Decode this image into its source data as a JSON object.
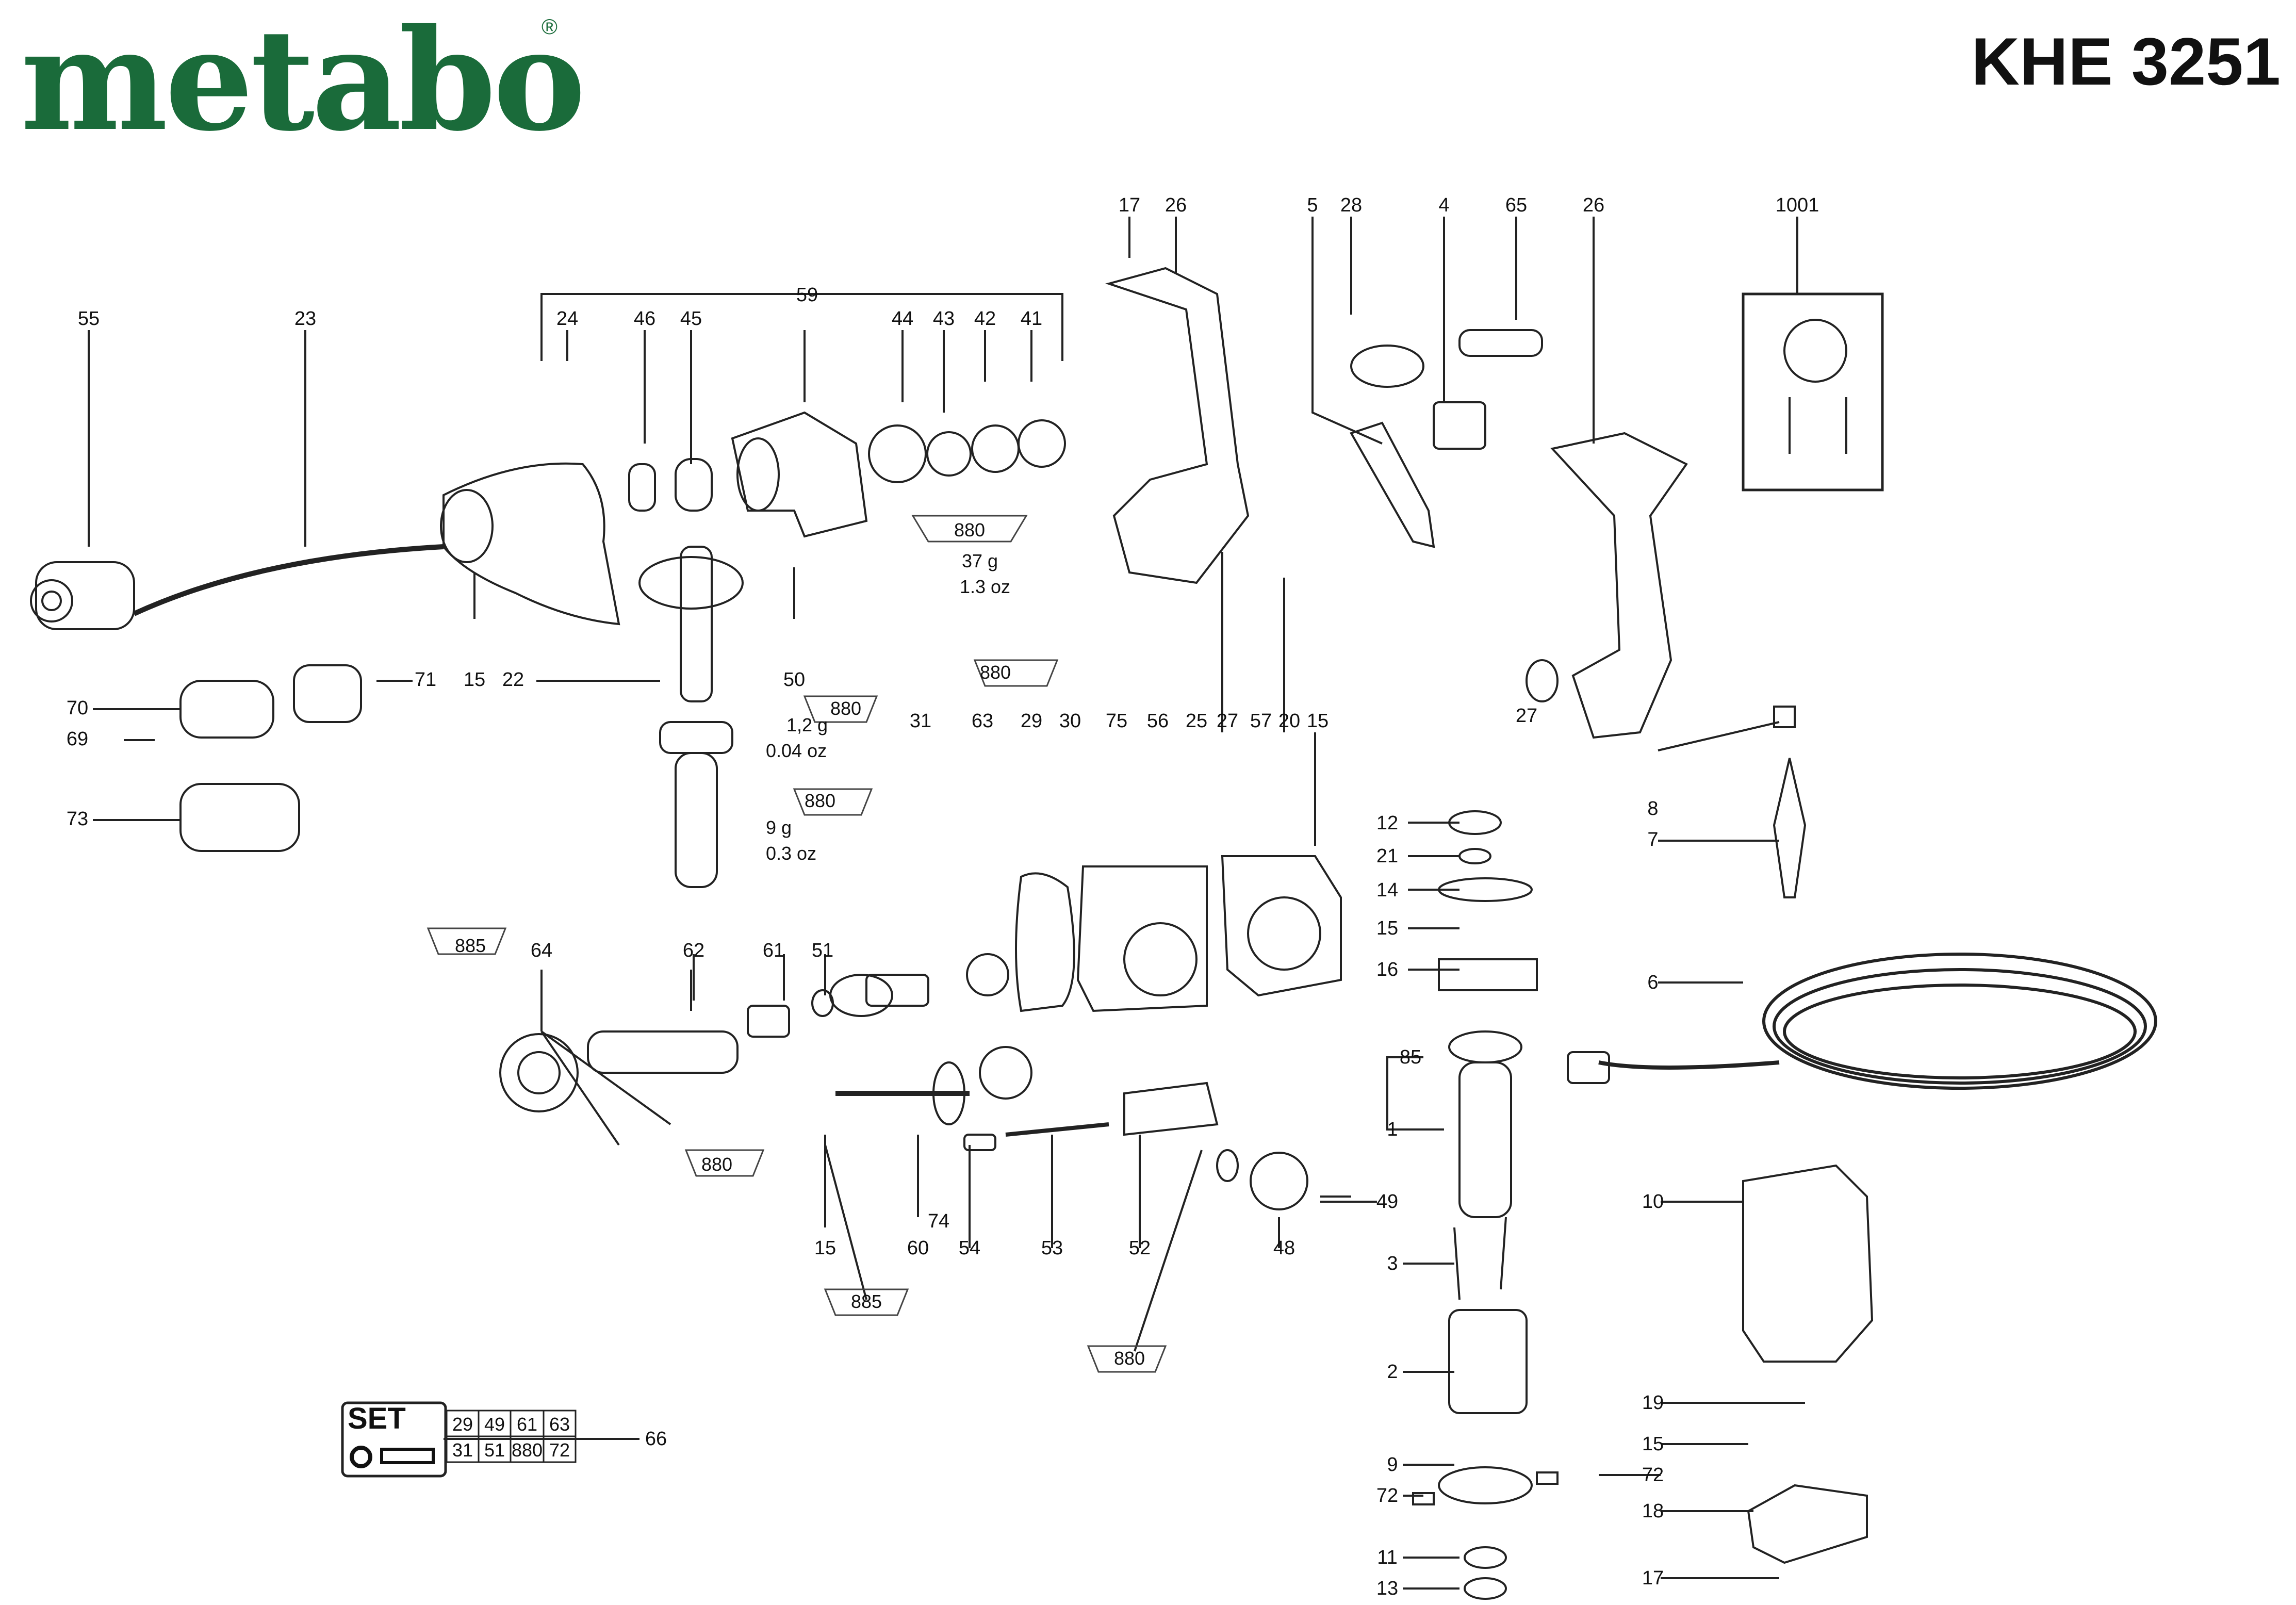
{
  "header": {
    "brand": "metabo",
    "registered": "®",
    "model": "KHE 3251"
  },
  "labels": [
    {
      "id": "l55",
      "text": "55"
    },
    {
      "id": "l23",
      "text": "23"
    },
    {
      "id": "l24",
      "text": "24"
    },
    {
      "id": "l46",
      "text": "46"
    },
    {
      "id": "l45",
      "text": "45"
    },
    {
      "id": "l59",
      "text": "59"
    },
    {
      "id": "l44",
      "text": "44"
    },
    {
      "id": "l43",
      "text": "43"
    },
    {
      "id": "l42",
      "text": "42"
    },
    {
      "id": "l41",
      "text": "41"
    },
    {
      "id": "l17a",
      "text": "17"
    },
    {
      "id": "l26a",
      "text": "26"
    },
    {
      "id": "l5",
      "text": "5"
    },
    {
      "id": "l28",
      "text": "28"
    },
    {
      "id": "l4",
      "text": "4"
    },
    {
      "id": "l65",
      "text": "65"
    },
    {
      "id": "l26b",
      "text": "26"
    },
    {
      "id": "l1001",
      "text": "1001"
    },
    {
      "id": "l15a",
      "text": "15"
    },
    {
      "id": "l22",
      "text": "22"
    },
    {
      "id": "l50",
      "text": "50"
    },
    {
      "id": "l71",
      "text": "71"
    },
    {
      "id": "l70",
      "text": "70"
    },
    {
      "id": "l69",
      "text": "69"
    },
    {
      "id": "l73",
      "text": "73"
    },
    {
      "id": "l31",
      "text": "31"
    },
    {
      "id": "l63",
      "text": "63"
    },
    {
      "id": "l29",
      "text": "29"
    },
    {
      "id": "l30",
      "text": "30"
    },
    {
      "id": "l75",
      "text": "75"
    },
    {
      "id": "l56",
      "text": "56"
    },
    {
      "id": "l25",
      "text": "25"
    },
    {
      "id": "l57",
      "text": "57"
    },
    {
      "id": "l20",
      "text": "20"
    },
    {
      "id": "l15b",
      "text": "15"
    },
    {
      "id": "l27a",
      "text": "27"
    },
    {
      "id": "l27b",
      "text": "27"
    },
    {
      "id": "l8",
      "text": "8"
    },
    {
      "id": "l7",
      "text": "7"
    },
    {
      "id": "l12",
      "text": "12"
    },
    {
      "id": "l21",
      "text": "21"
    },
    {
      "id": "l14",
      "text": "14"
    },
    {
      "id": "l15c",
      "text": "15"
    },
    {
      "id": "l16",
      "text": "16"
    },
    {
      "id": "l6",
      "text": "6"
    },
    {
      "id": "l85",
      "text": "85"
    },
    {
      "id": "l1",
      "text": "1"
    },
    {
      "id": "l64",
      "text": "64"
    },
    {
      "id": "l62",
      "text": "62"
    },
    {
      "id": "l61",
      "text": "61"
    },
    {
      "id": "l51",
      "text": "51"
    },
    {
      "id": "l49",
      "text": "49"
    },
    {
      "id": "l48",
      "text": "48"
    },
    {
      "id": "l3",
      "text": "3"
    },
    {
      "id": "l10",
      "text": "10"
    },
    {
      "id": "l15d",
      "text": "15"
    },
    {
      "id": "l60",
      "text": "60"
    },
    {
      "id": "l74",
      "text": "74"
    },
    {
      "id": "l54",
      "text": "54"
    },
    {
      "id": "l53",
      "text": "53"
    },
    {
      "id": "l52",
      "text": "52"
    },
    {
      "id": "l2",
      "text": "2"
    },
    {
      "id": "l19",
      "text": "19"
    },
    {
      "id": "l15e",
      "text": "15"
    },
    {
      "id": "l9",
      "text": "9"
    },
    {
      "id": "l72a",
      "text": "72"
    },
    {
      "id": "l72b",
      "text": "72"
    },
    {
      "id": "l18",
      "text": "18"
    },
    {
      "id": "l11",
      "text": "11"
    },
    {
      "id": "l13",
      "text": "13"
    },
    {
      "id": "l17b",
      "text": "17"
    },
    {
      "id": "l66",
      "text": "66"
    }
  ],
  "lubricants": {
    "tag_880": "880",
    "tag_885": "885",
    "amt_37g": "37 g",
    "amt_13oz": "1.3 oz",
    "amt_12g": "1,2 g",
    "amt_004oz": "0.04 oz",
    "amt_9g": "9 g",
    "amt_03oz": "0.3 oz"
  },
  "set_box": {
    "title": "SET",
    "row1": [
      "29",
      "49",
      "61",
      "63"
    ],
    "row2": [
      "31",
      "51",
      "880",
      "72"
    ]
  }
}
